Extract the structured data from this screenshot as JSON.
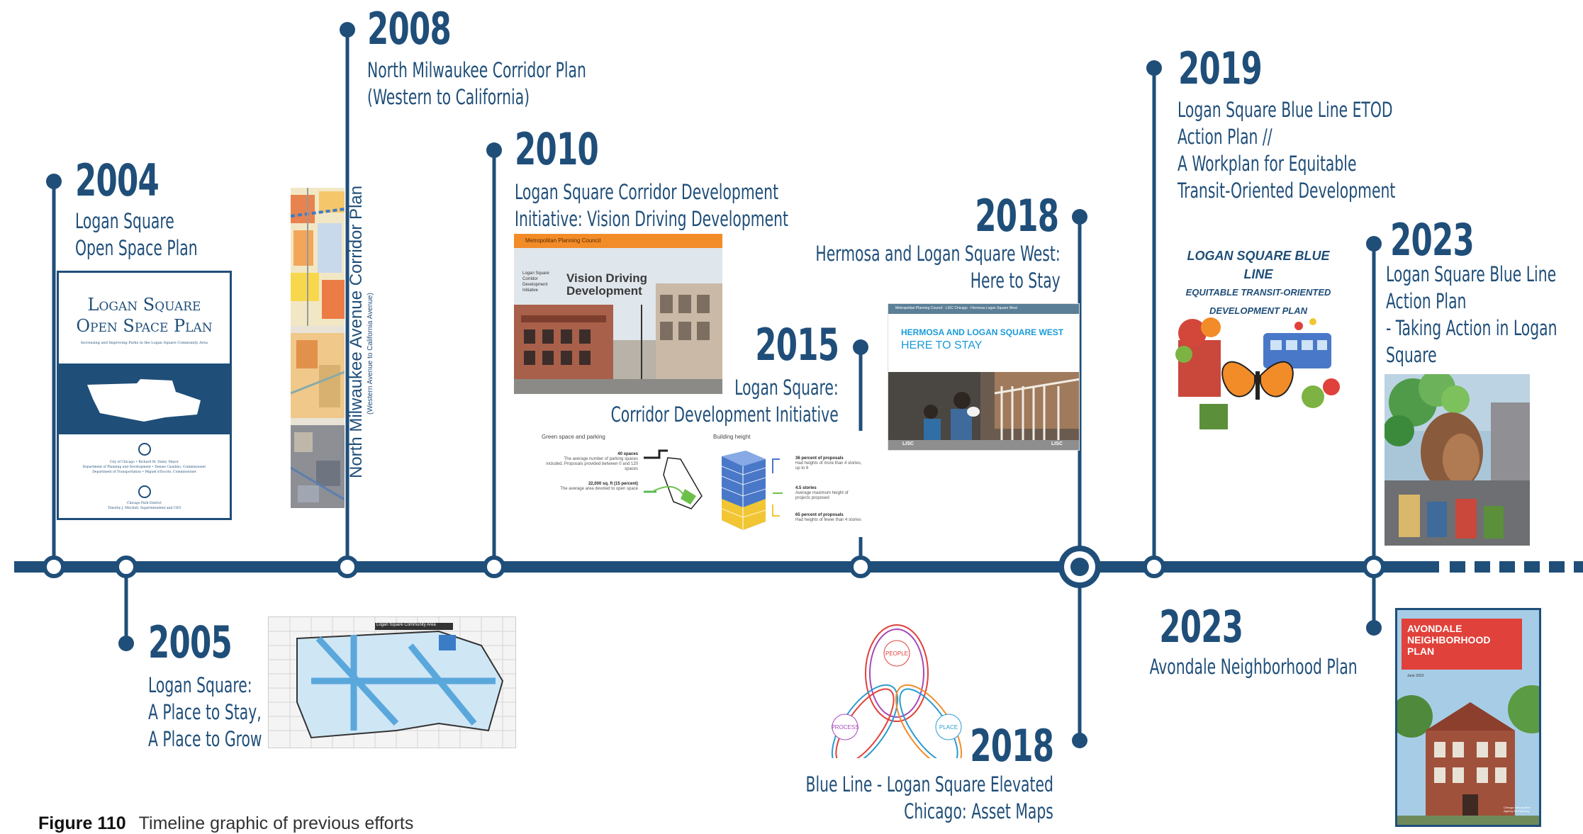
{
  "events": [
    {
      "id": "e2004",
      "year": "2004",
      "title": [
        "Logan Square",
        "Open Space Plan"
      ]
    },
    {
      "id": "e2005",
      "year": "2005",
      "title": [
        "Logan Square:",
        "A Place to Stay,",
        "A Place to Grow"
      ]
    },
    {
      "id": "e2008",
      "year": "2008",
      "title": [
        "North Milwaukee Corridor Plan",
        "(Western to California)"
      ]
    },
    {
      "id": "e2010",
      "year": "2010",
      "title": [
        "Logan Square Corridor Development",
        "Initiative: Vision Driving Development"
      ]
    },
    {
      "id": "e2015",
      "year": "2015",
      "title": [
        "Logan Square:",
        "Corridor Development Initiative"
      ]
    },
    {
      "id": "e2018a",
      "year": "2018",
      "title": [
        "Hermosa and Logan Square West:",
        "Here to Stay"
      ]
    },
    {
      "id": "e2018b",
      "year": "2018",
      "title": [
        "Blue Line - Logan Square Elevated",
        "Chicago: Asset Maps"
      ]
    },
    {
      "id": "e2019",
      "year": "2019",
      "title": [
        "Logan Square Blue Line ETOD",
        "Action Plan //",
        "A Workplan for Equitable",
        "Transit-Oriented Development"
      ]
    },
    {
      "id": "e2023a",
      "year": "2023",
      "title": [
        "Logan Square Blue Line",
        "Action Plan",
        "- Taking Action in Logan",
        "Square"
      ]
    },
    {
      "id": "e2023b",
      "year": "2023",
      "title": [
        "Avondale Neighborhood Plan"
      ]
    }
  ],
  "thumbs": {
    "open_space": {
      "title": [
        "Logan Square",
        "Open Space Plan"
      ],
      "subtitle": "Increasing and Improving Parks in the Logan Square Community Area",
      "footer": [
        "City of Chicago • Richard M. Daley, Mayor",
        "Department of Planning and Development • Denise Casalino, Commissioner",
        "Department of Transportation • Miguel d'Escoto, Commissioner",
        "Chicago Park District",
        "Timothy J. Mitchell, Superintendent and CEO"
      ]
    },
    "corridor_spine": {
      "title": "North Milwaukee Avenue Corridor Plan",
      "subtitle": "(Western Avenue to California Avenue)"
    },
    "vision": {
      "org": "Metropolitan Planning Council",
      "side": [
        "Logan Square",
        "Corridor",
        "Development",
        "Initiative"
      ],
      "title": [
        "Vision Driving",
        "Development"
      ]
    },
    "cdi": {
      "h1": "Green space and parking",
      "h2": "Building height",
      "a1": "40 spaces",
      "a1d": "The average number of parking spaces included. Proposals provided between 0 and 120 spaces",
      "a2": "22,000 sq. ft (15 percent)",
      "a2d": "The average area devoted to open space",
      "b1": "36 percent of proposals",
      "b1d": "Had heights of more than 4 stories, up to 6",
      "b2": "4.5 stories",
      "b2d": "Average maximum height of projects proposed",
      "b3": "65 percent of proposals",
      "b3d": "Had heights of fewer than 4 stories"
    },
    "hermosa": {
      "top": "Metropolitan Planning Council · LISC Chicago · Hermosa Logan Square West",
      "t1": "HERMOSA AND LOGAN SQUARE WEST",
      "t2": "HERE TO STAY",
      "l1": "LISC",
      "l2": "LISC"
    },
    "venn": {
      "a": "PEOPLE",
      "b": "PROCESS",
      "c": "PLACE"
    },
    "etod": {
      "t1": "LOGAN SQUARE BLUE LINE",
      "t2": "EQUITABLE TRANSIT-ORIENTED",
      "t3": "DEVELOPMENT PLAN"
    },
    "avondale": {
      "t": [
        "AVONDALE",
        "NEIGHBORHOOD",
        "PLAN"
      ],
      "date": "June 2023",
      "org": [
        "Chicago Metropolitan",
        "Agency for Planning"
      ]
    },
    "map": {
      "label": "Logan Square Community Area"
    }
  },
  "caption": {
    "label": "Figure 110",
    "text": "Timeline graphic of previous efforts"
  },
  "colors": {
    "line": "#1f4e79",
    "orange": "#f28c28",
    "red": "#e0413a"
  }
}
